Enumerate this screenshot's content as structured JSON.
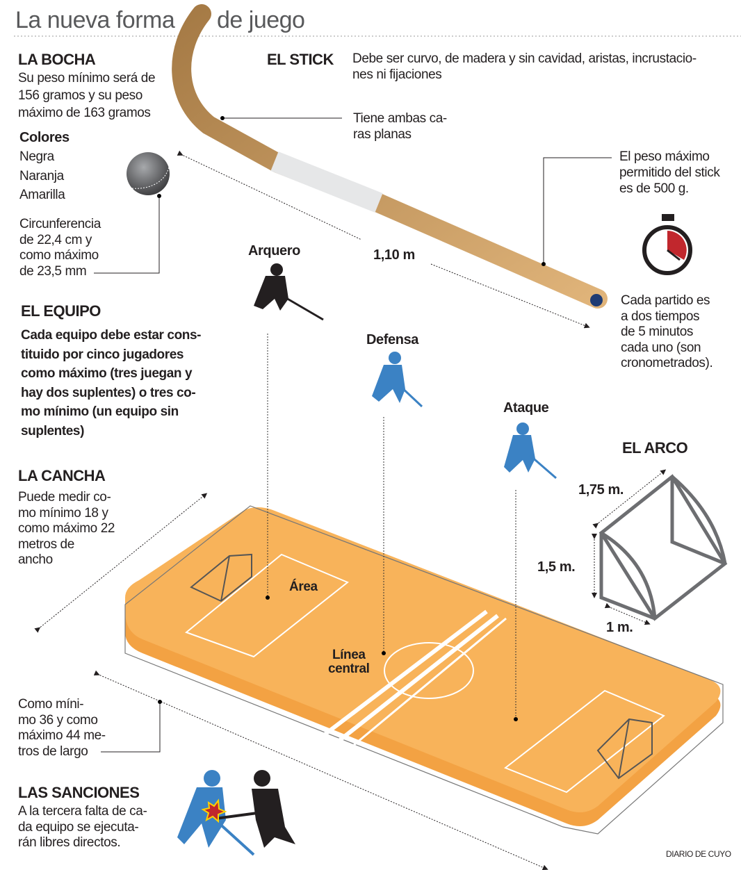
{
  "title": {
    "part1": "La nueva forma",
    "part2": "de juego"
  },
  "bocha": {
    "heading": "LA BOCHA",
    "weight": "Su peso mínimo será de\n156 gramos y su peso\nmáximo de 163 gramos",
    "colors_heading": "Colores",
    "colors": [
      "Negra",
      "Naranja",
      "Amarilla"
    ],
    "circumference": "Circunferencia\nde 22,4 cm y\ncomo máximo\nde 23,5 mm"
  },
  "stick": {
    "heading": "EL STICK",
    "description": "Debe ser curvo, de madera y sin cavidad, aristas, incrustacio-\nnes ni fijaciones",
    "faces": "Tiene ambas ca-\nras planas",
    "weight": "El peso máximo\npermitido del stick\nes de 500 g.",
    "length": "1,10 m"
  },
  "match": {
    "duration": "Cada partido es\na dos tiempos\nde 5 minutos\ncada uno (son\ncronometrados)."
  },
  "equipo": {
    "heading": "EL EQUIPO",
    "body": "Cada equipo debe estar cons-\ntituido por cinco jugadores\ncomo máximo (tres juegan y\nhay dos suplentes) o tres co-\nmo mínimo (un equipo sin\nsuplentes)"
  },
  "positions": {
    "goalkeeper": "Arquero",
    "defense": "Defensa",
    "attack": "Ataque"
  },
  "arco": {
    "heading": "EL ARCO",
    "width": "1,75 m.",
    "height": "1,5 m.",
    "depth": "1 m."
  },
  "cancha": {
    "heading": "LA CANCHA",
    "width": "Puede medir co-\nmo mínimo 18 y\ncomo máximo 22\nmetros de\nancho",
    "length": "Como míni-\nmo 36 y como\nmáximo 44 me-\ntros de largo",
    "area": "Área",
    "center_line": "Línea\ncentral"
  },
  "sanciones": {
    "heading": "LAS SANCIONES",
    "body": "A la tercera falta de ca-\nda equipo se ejecuta-\nrán libres directos."
  },
  "credit": "DIARIO DE CUYO",
  "colors": {
    "field": "#f8b35a",
    "field_side": "#f3a243",
    "blue": "#3b82c4",
    "wood": "#c89a62"
  }
}
